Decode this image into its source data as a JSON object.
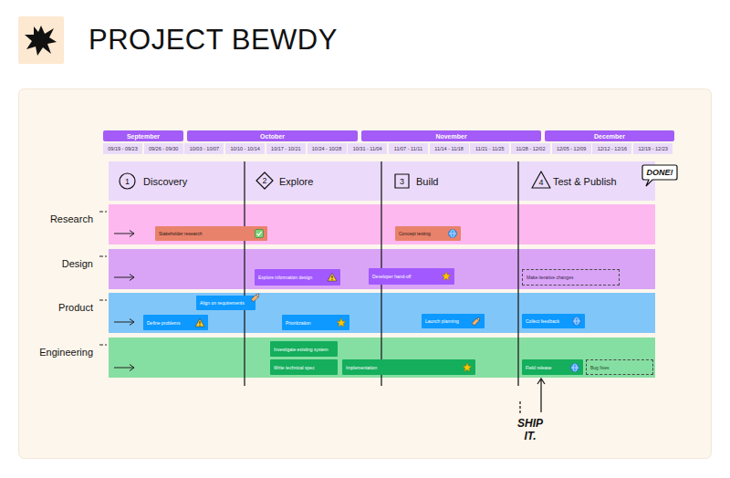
{
  "diagram": {
    "title": "PROJECT BEWDY",
    "nodes": [
      {
        "text": [
          "September"
        ]
      },
      {
        "text": [
          "October"
        ]
      },
      {
        "text": [
          "November"
        ]
      },
      {
        "text": [
          "December"
        ]
      },
      {
        "text": [
          "09/19 - 09/23"
        ]
      },
      {
        "text": [
          "09/26 - 09/30"
        ]
      },
      {
        "text": [
          "10/03 - 10/07"
        ]
      },
      {
        "text": [
          "10/10 - 10/14"
        ]
      },
      {
        "text": [
          "10/17 - 10/21"
        ]
      },
      {
        "text": [
          "10/24 - 10/28"
        ]
      },
      {
        "text": [
          "10/31 - 11/04"
        ]
      },
      {
        "text": [
          "11/07 - 11/11"
        ]
      },
      {
        "text": [
          "11/14 - 11/18"
        ]
      },
      {
        "text": [
          "11/21 - 11/25"
        ]
      },
      {
        "text": [
          "11/28 - 12/02"
        ]
      },
      {
        "text": [
          "12/05 - 12/09"
        ]
      },
      {
        "text": [
          "12/12 - 12/16"
        ]
      },
      {
        "text": [
          "12/19 - 12/23"
        ]
      },
      {
        "text": [
          "Discovery"
        ]
      },
      {
        "text": [
          "1"
        ],
        "in": 18
      },
      {
        "text": [
          "Explore"
        ]
      },
      {
        "text": [
          "2"
        ],
        "in": 20
      },
      {
        "text": [
          "Build"
        ]
      },
      {
        "text": [
          "3"
        ],
        "in": 22
      },
      {
        "text": [
          "Test & Publish"
        ]
      },
      {
        "text": [
          "4"
        ],
        "in": 24
      },
      {
        "text": [
          "DONE!"
        ]
      },
      {
        "text": [
          "Research"
        ]
      },
      {
        "text": [
          "Stakeholder research"
        ],
        "in": 27
      },
      {
        "text": [
          "Concept testing"
        ],
        "in": 27
      },
      {
        "text": [
          "Design"
        ]
      },
      {
        "text": [
          "Explore information design"
        ],
        "in": 30
      },
      {
        "text": [
          "Developer hand-off"
        ],
        "in": 30
      },
      {
        "text": [
          "Make iterative changes"
        ],
        "in": 30
      },
      {
        "text": [
          "Product"
        ]
      },
      {
        "text": [
          "Align on requirements"
        ],
        "in": 34
      },
      {
        "text": [
          "Define problems"
        ],
        "in": 34
      },
      {
        "text": [
          "Prioritization"
        ],
        "in": 34
      },
      {
        "text": [
          "Launch planning"
        ],
        "in": 34
      },
      {
        "text": [
          "Collect feedback"
        ],
        "in": 34
      },
      {
        "text": [
          "Engineering"
        ]
      },
      {
        "text": [
          "Investigate existing system"
        ],
        "in": 40
      },
      {
        "text": [
          "Write technical spec"
        ],
        "in": 40
      },
      {
        "text": [
          "Implementation"
        ],
        "in": 40
      },
      {
        "text": [
          "Field release"
        ],
        "in": 40
      },
      {
        "text": [
          "Bug fixes"
        ],
        "in": 40
      }
    ],
    "labels": [
      "SHIP IT."
    ]
  }
}
